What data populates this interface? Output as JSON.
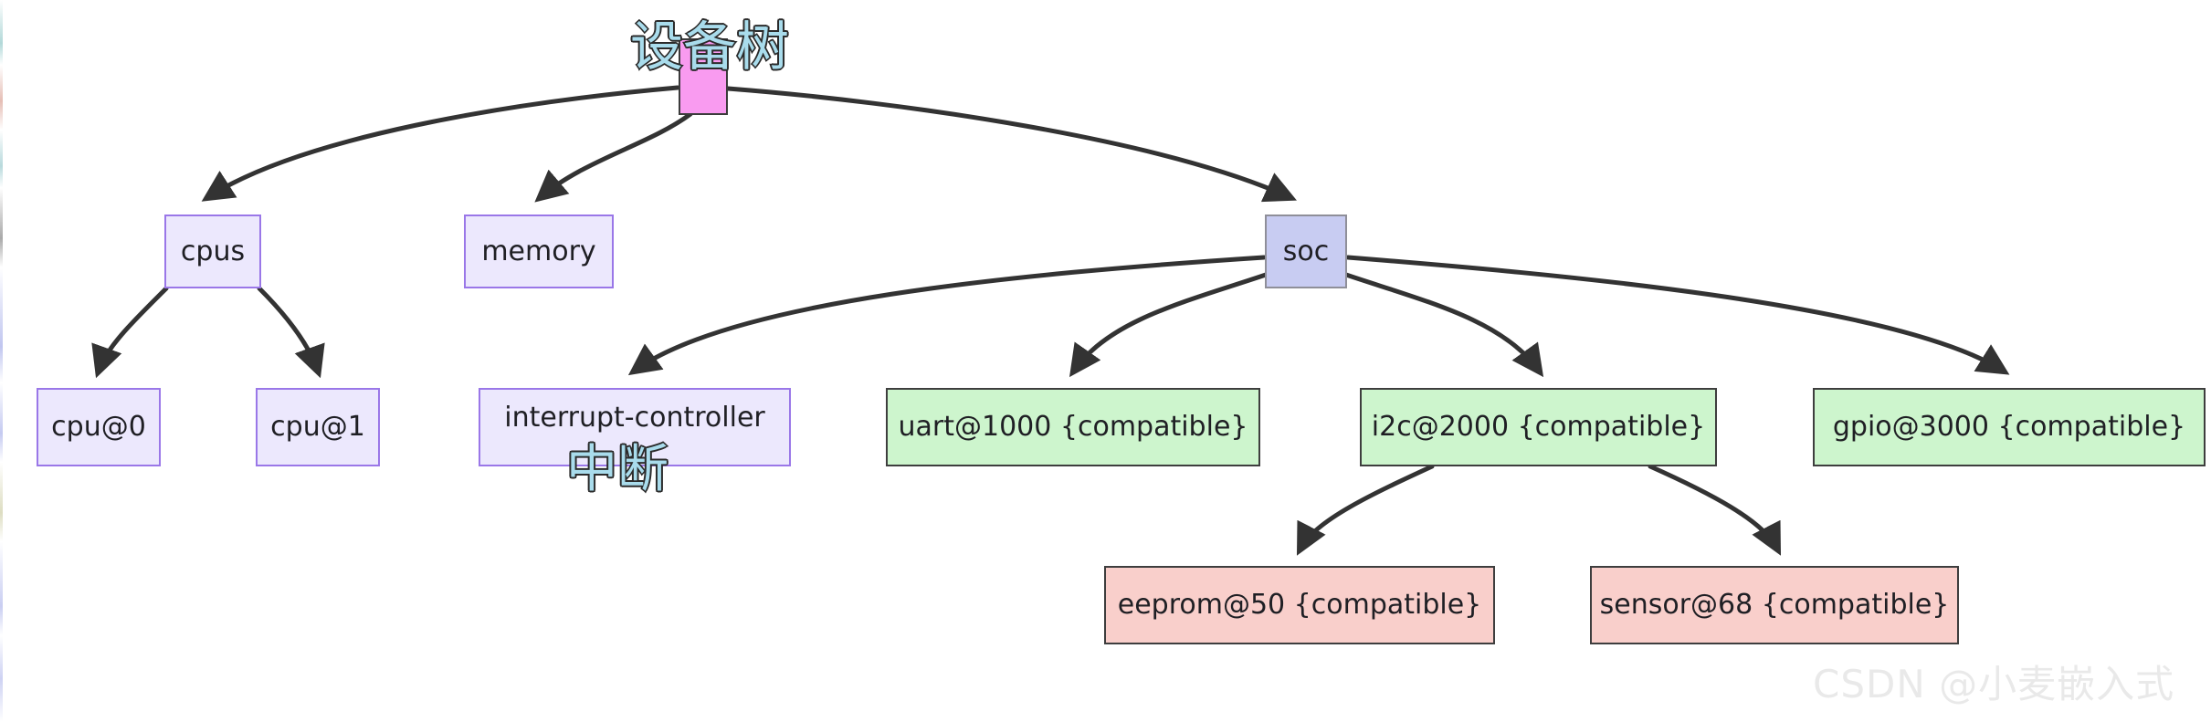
{
  "diagram": {
    "title": "Device tree hierarchy",
    "direction": "top-down",
    "colors": {
      "root_fill": "#F99BF0",
      "root_stroke": "#3b3b3b",
      "lavender_fill": "#ECE8FD",
      "lavender_stroke": "#9A77E8",
      "soc_fill": "#C8CCF2",
      "soc_stroke": "#8f8f99",
      "green_fill": "#CDF5CD",
      "green_stroke": "#3e3e3e",
      "red_fill": "#F9CFCB",
      "red_stroke": "#3e3e3e",
      "edge_stroke": "#333333",
      "overlay_text": "#A9DCEC",
      "overlay_outline": "#2b2b2b",
      "watermark": "#e9e9e9",
      "background": "#ffffff"
    },
    "nodes": {
      "root": {
        "label": "",
        "overlay": "设备树"
      },
      "cpus": {
        "label": "cpus"
      },
      "memory": {
        "label": "memory"
      },
      "soc": {
        "label": "soc"
      },
      "cpu0": {
        "label": "cpu@0"
      },
      "cpu1": {
        "label": "cpu@1"
      },
      "interrupt_controller": {
        "label": "interrupt-controller",
        "overlay": "中断"
      },
      "uart": {
        "label": "uart@1000 {compatible}"
      },
      "i2c": {
        "label": "i2c@2000 {compatible}"
      },
      "gpio": {
        "label": "gpio@3000 {compatible}"
      },
      "eeprom": {
        "label": "eeprom@50 {compatible}"
      },
      "sensor": {
        "label": "sensor@68 {compatible}"
      }
    },
    "edges": [
      {
        "from": "root",
        "to": "cpus"
      },
      {
        "from": "root",
        "to": "memory"
      },
      {
        "from": "root",
        "to": "soc"
      },
      {
        "from": "cpus",
        "to": "cpu0"
      },
      {
        "from": "cpus",
        "to": "cpu1"
      },
      {
        "from": "soc",
        "to": "interrupt_controller"
      },
      {
        "from": "soc",
        "to": "uart"
      },
      {
        "from": "soc",
        "to": "i2c"
      },
      {
        "from": "soc",
        "to": "gpio"
      },
      {
        "from": "i2c",
        "to": "eeprom"
      },
      {
        "from": "i2c",
        "to": "sensor"
      }
    ]
  },
  "watermark": {
    "text": "CSDN @小麦嵌入式"
  }
}
